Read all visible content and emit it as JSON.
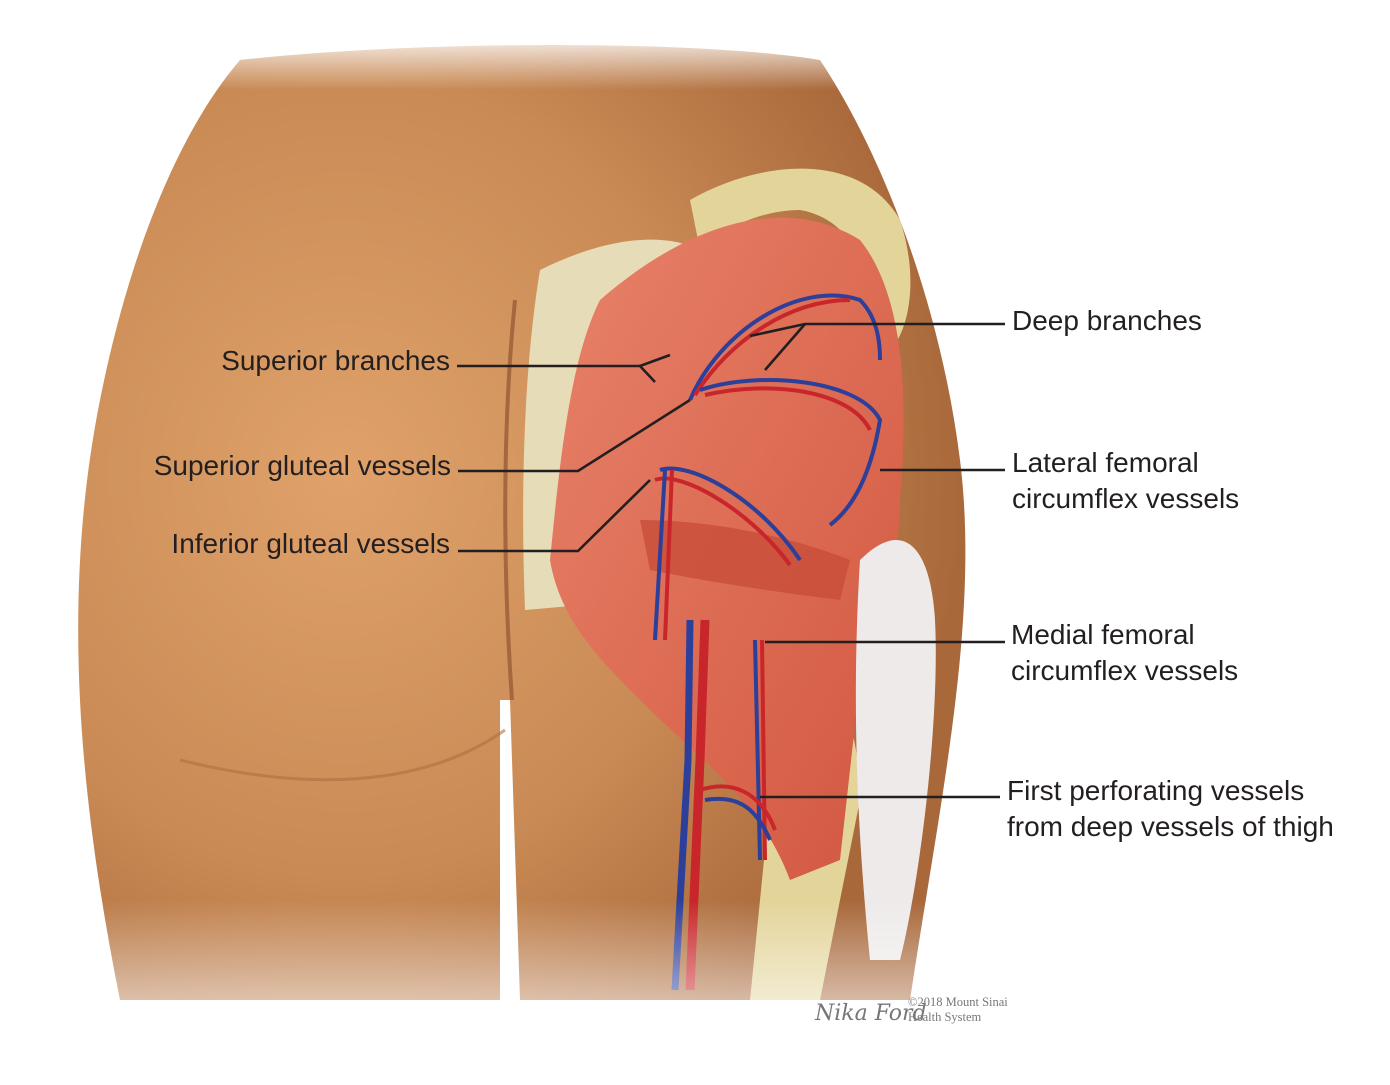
{
  "labels": {
    "superior_branches": "Superior branches",
    "superior_gluteal": "Superior gluteal vessels",
    "inferior_gluteal": "Inferior gluteal vessels",
    "deep_branches": "Deep branches",
    "lateral_femoral_1": "Lateral femoral",
    "lateral_femoral_2": "circumflex vessels",
    "medial_femoral_1": "Medial femoral",
    "medial_femoral_2": "circumflex vessels",
    "perforating_1": "First perforating vessels",
    "perforating_2": "from deep vessels of thigh"
  },
  "credit": {
    "signature": "Nika Ford",
    "copyright_1": "©2018 Mount Sinai",
    "copyright_2": "Health System"
  },
  "colors": {
    "skin": "#c98a55",
    "muscle": "#e0705a",
    "bone": "#e3d49a",
    "artery": "#c8262a",
    "vein": "#2c3f9a"
  }
}
